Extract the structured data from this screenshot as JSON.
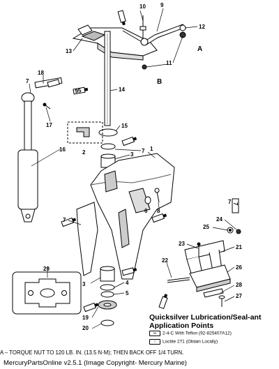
{
  "callouts": {
    "n1": "1",
    "n2": "2",
    "n3": "3",
    "n3b": "3",
    "n4": "4",
    "n5": "5",
    "n6": "6",
    "n7a": "7",
    "n7b": "7",
    "n7c": "7",
    "n7d": "7",
    "n8": "8",
    "n9": "9",
    "n10": "10",
    "n11": "11",
    "n12": "12",
    "n13": "13",
    "n14": "14",
    "n15": "15",
    "n16": "16",
    "n17": "17",
    "n18": "18",
    "n19": "19",
    "n20": "20",
    "n21": "21",
    "n22": "22",
    "n23": "23",
    "n24": "24",
    "n25": "25",
    "n26": "26",
    "n27": "27",
    "n28": "28",
    "n29": "29",
    "A1": "A",
    "B1": "B"
  },
  "tube_labels": {
    "t95": "95",
    "t7": "7"
  },
  "legend": {
    "title": "Quicksilver Lubrication/Seal-ant Application Points",
    "rows": [
      {
        "code": "95",
        "text": "2-4-C With Teflon (92-825407A12)"
      },
      {
        "code": "7",
        "text": "Loctite 271 (Obtain Locally)"
      }
    ]
  },
  "note": "A – TORQUE NUT TO 120 LB. IN. (13.5 N·M); THEN BACK OFF 1/4 TURN.",
  "copyright": "MercuryPartsOnline v2.5.1 (Image Copyright- Mercury Marine)"
}
